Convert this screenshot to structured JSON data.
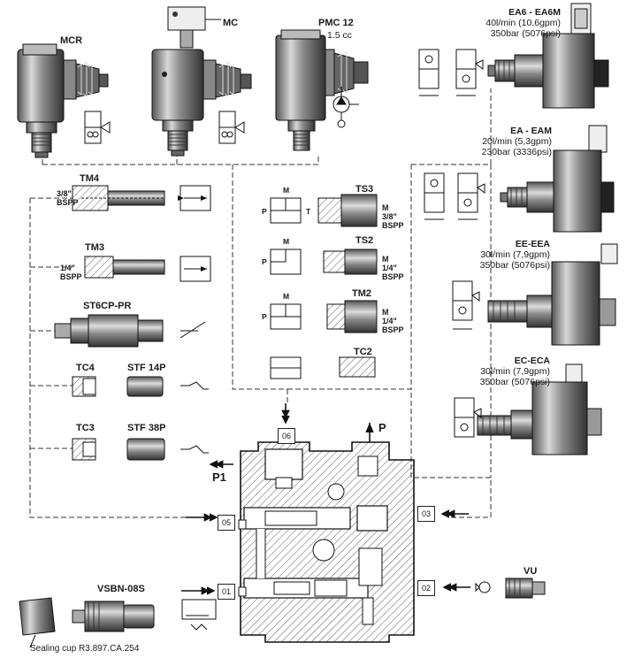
{
  "components": {
    "mcr": "MCR",
    "mc": "MC",
    "pmc": {
      "name": "PMC 12",
      "volume": "1.5 cc"
    },
    "ea6": {
      "name": "EA6 - EA6M",
      "flow": "40l/min (10,6gpm)",
      "pressure": "350bar (5076psi)"
    },
    "ea": {
      "name": "EA - EAM",
      "flow": "20l/min (5,3gpm)",
      "pressure": "230bar (3336psi)"
    },
    "ee": {
      "name": "EE-EEA",
      "flow": "30l/min (7,9gpm)",
      "pressure": "350bar (5076psi)"
    },
    "ec": {
      "name": "EC-ECA",
      "flow": "30l/min (7,9gpm)",
      "pressure": "350bar (5076psi)"
    },
    "tm4": {
      "name": "TM4",
      "thread_a": "3/8\"",
      "thread_b": "BSPP"
    },
    "tm3": {
      "name": "TM3",
      "thread_a": "1/4\"",
      "thread_b": "BSPP"
    },
    "st6cp": "ST6CP-PR",
    "tc4": "TC4",
    "stf14": "STF 14P",
    "tc3": "TC3",
    "stf38": "STF 38P",
    "ts3": {
      "name": "TS3",
      "thread_a": "3/8\"",
      "thread_b": "BSPP"
    },
    "ts2": {
      "name": "TS2",
      "thread_a": "1/4\"",
      "thread_b": "BSPP"
    },
    "tm2": {
      "name": "TM2",
      "thread_a": "1/4\"",
      "thread_b": "BSPP"
    },
    "tc2": "TC2",
    "vsbn": "VSBN-08S",
    "vu": "VU",
    "sealing_cup": "Sealing cup R3.897.CA.254"
  },
  "port_letters": {
    "m": "M",
    "p": "P",
    "t": "T"
  },
  "ports": {
    "p01": "01",
    "p02": "02",
    "p03": "03",
    "p05": "05",
    "p06": "06"
  },
  "flow_labels": {
    "p": "P",
    "p1": "P1"
  }
}
